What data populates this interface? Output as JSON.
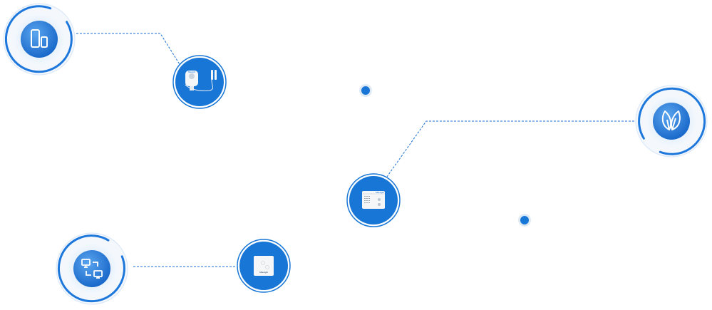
{
  "colors": {
    "accent": "#1876d6",
    "accent_dark": "#0f5fb8",
    "halo_outer": "#e9f2fc",
    "halo_inner": "#cfe2f8",
    "line": "#1a6fd0",
    "device_fill": "#f4f6f8"
  },
  "icons": {
    "feature_1": "mobile-devices-icon",
    "feature_2": "leaf-icon",
    "feature_3": "network-devices-icon",
    "device_1": "sensor-device-icon",
    "device_2": "thermostat-panel-icon",
    "device_3": "wall-switch-icon"
  },
  "device_labels": {
    "device_1": "Milesight",
    "device_2": "Milesight",
    "device_3": "Milesight"
  }
}
